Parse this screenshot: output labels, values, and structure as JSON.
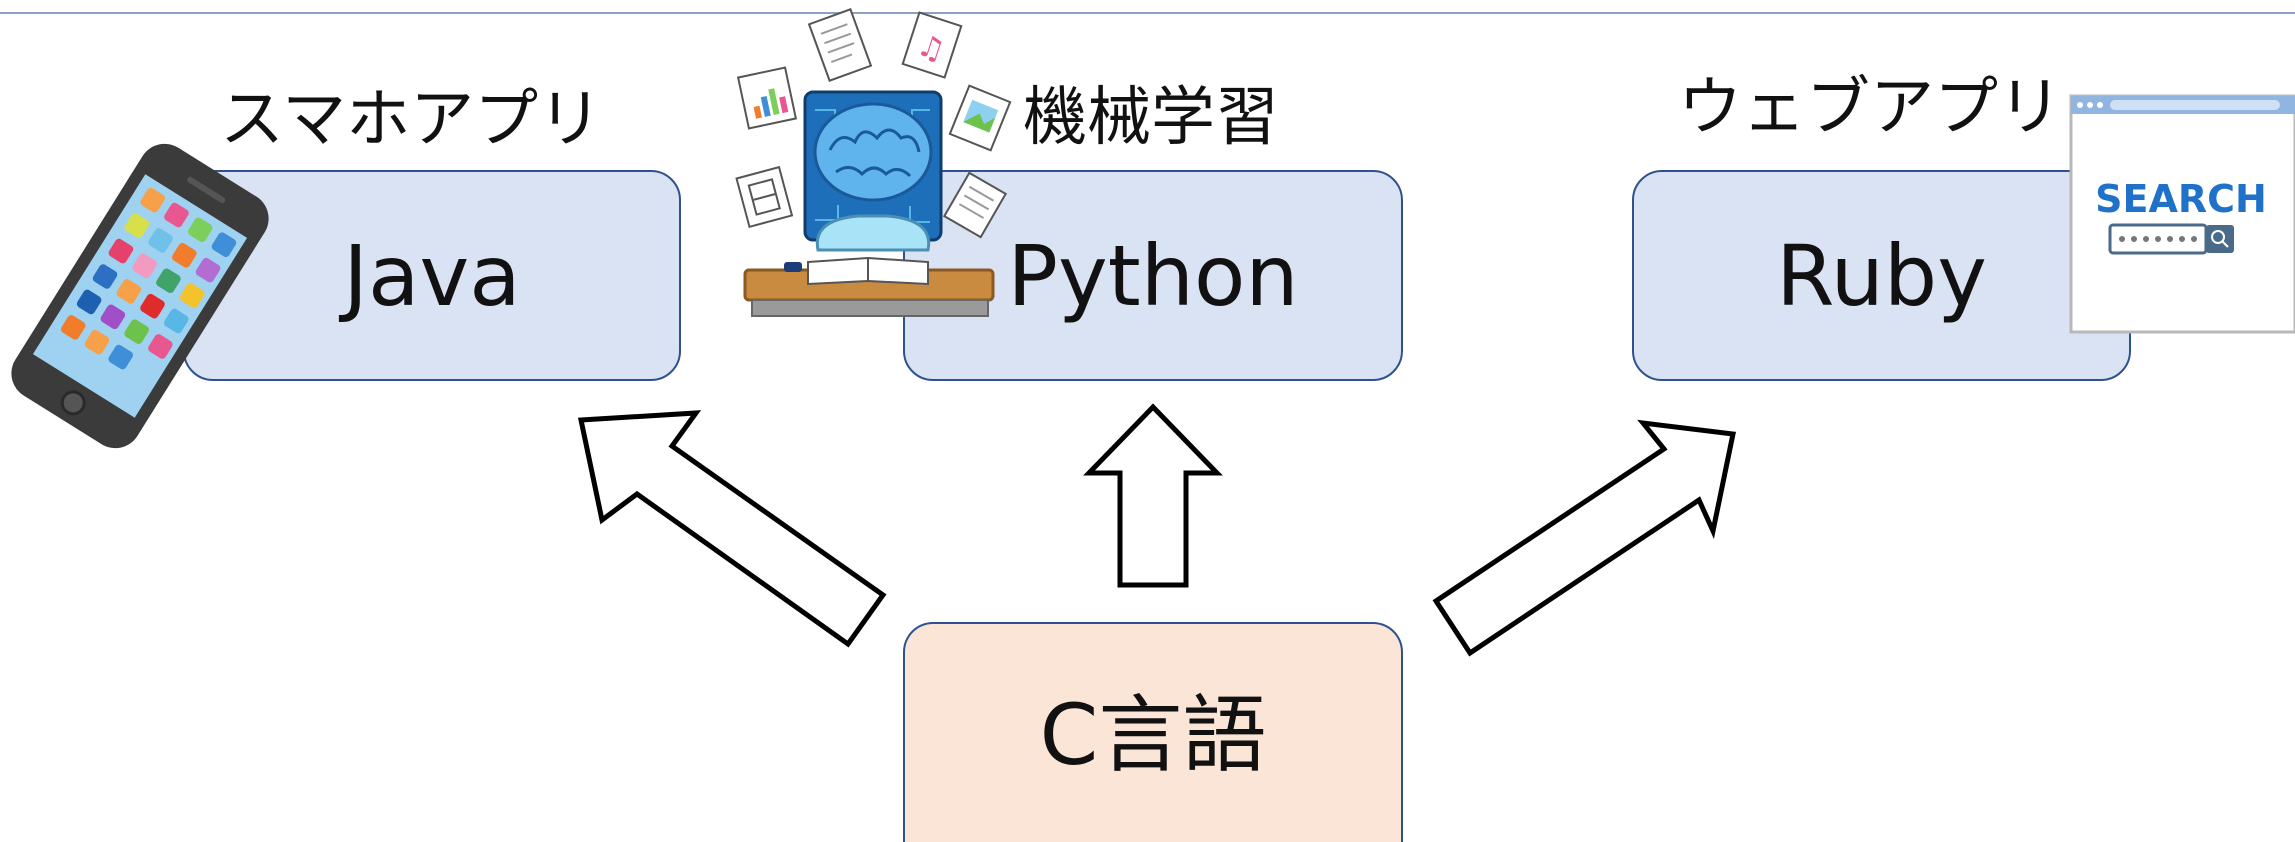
{
  "nodes": {
    "java": {
      "label": "Java",
      "caption": "スマホアプリ"
    },
    "python": {
      "label": "Python",
      "caption": "機械学習"
    },
    "ruby": {
      "label": "Ruby",
      "caption": "ウェブアプリ"
    },
    "c": {
      "label": "C言語"
    }
  },
  "illustrations": {
    "smartphone": "smartphone-icon",
    "ai_study": "ai-studying-icon",
    "browser": "browser-window-icon",
    "search_text": "SEARCH"
  },
  "colors": {
    "lang_box": "#dae3f3",
    "base_box": "#fbe5d6",
    "border": "#2f528f"
  }
}
